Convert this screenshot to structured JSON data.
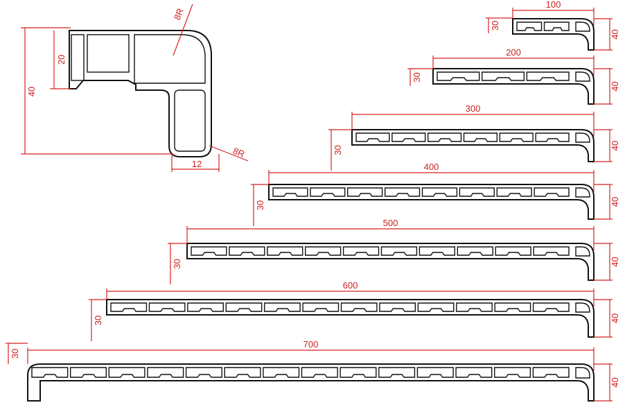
{
  "detail": {
    "overall_height": "40",
    "upper_height": "20",
    "lower_width": "12",
    "radius_top": "8R",
    "radius_bottom": "8R"
  },
  "sills": [
    {
      "width": "100",
      "thickness": "30",
      "height": "40"
    },
    {
      "width": "200",
      "thickness": "30",
      "height": "40"
    },
    {
      "width": "300",
      "thickness": "30",
      "height": "40"
    },
    {
      "width": "400",
      "thickness": "30",
      "height": "40"
    },
    {
      "width": "500",
      "thickness": "30",
      "height": "40"
    },
    {
      "width": "600",
      "thickness": "30",
      "height": "40"
    },
    {
      "width": "700",
      "thickness": "30",
      "height": "40"
    }
  ],
  "colors": {
    "dimension": "#d42020",
    "outline": "#111111"
  }
}
